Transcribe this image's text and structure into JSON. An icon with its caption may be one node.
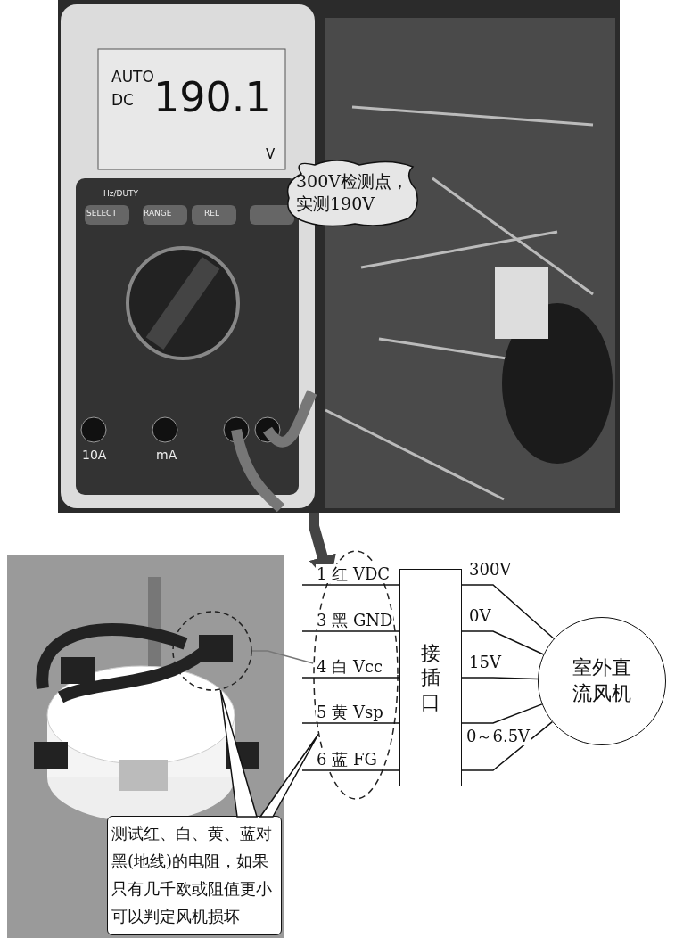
{
  "diagram": {
    "nodes": [
      {
        "text": [],
        "shape": "picture"
      },
      {
        "text": [
          "300V检测点，实测190V"
        ],
        "in": 0
      },
      {
        "text": [],
        "shape": "picture"
      },
      {
        "text": [],
        "shape": "circle",
        "in": 2
      },
      {
        "text": [
          "测试红、白、黄、蓝对黑(地线)的电阻，如果只有几千欧或阻值更小可以判定风机损坏"
        ],
        "in": 2
      },
      {
        "text": [],
        "shape": "ellipse"
      },
      {
        "text": [
          "接插口"
        ]
      },
      {
        "text": [
          "室外直流风机"
        ]
      }
    ],
    "edges": [
      {
        "from": 0,
        "to": 5,
        "arrow": "to",
        "style": "thick",
        "color": "#444444"
      },
      {
        "from": 4,
        "to": 3,
        "arrow": "none"
      },
      {
        "from": 4,
        "to": 5,
        "arrow": "none"
      },
      {
        "from": 3,
        "to": 5,
        "arrow": "none",
        "color": "#777777"
      },
      {
        "from": null,
        "to": 6,
        "arrow": "none",
        "label": "1 红 VDC"
      },
      {
        "from": null,
        "to": 6,
        "arrow": "none",
        "label": "3 黑 GND"
      },
      {
        "from": null,
        "to": 6,
        "arrow": "none",
        "label": "4 白 Vcc"
      },
      {
        "from": null,
        "to": 6,
        "arrow": "none",
        "label": "5 黄 Vsp"
      },
      {
        "from": null,
        "to": 6,
        "arrow": "none",
        "label": "6 蓝 FG"
      },
      {
        "from": 6,
        "to": 7,
        "arrow": "none",
        "label": "300V"
      },
      {
        "from": 6,
        "to": 7,
        "arrow": "none",
        "label": "0V"
      },
      {
        "from": 6,
        "to": 7,
        "arrow": "none",
        "label": "15V"
      },
      {
        "from": 6,
        "to": 7,
        "arrow": "none",
        "label": "0～6.5V"
      },
      {
        "from": 6,
        "to": 7,
        "arrow": "none"
      }
    ],
    "labels": [
      "AUTO",
      "DC",
      "190.1",
      "V",
      "Hz/DUTY",
      "SELECT",
      "RANGE",
      "REL",
      "10A",
      "mA"
    ]
  }
}
